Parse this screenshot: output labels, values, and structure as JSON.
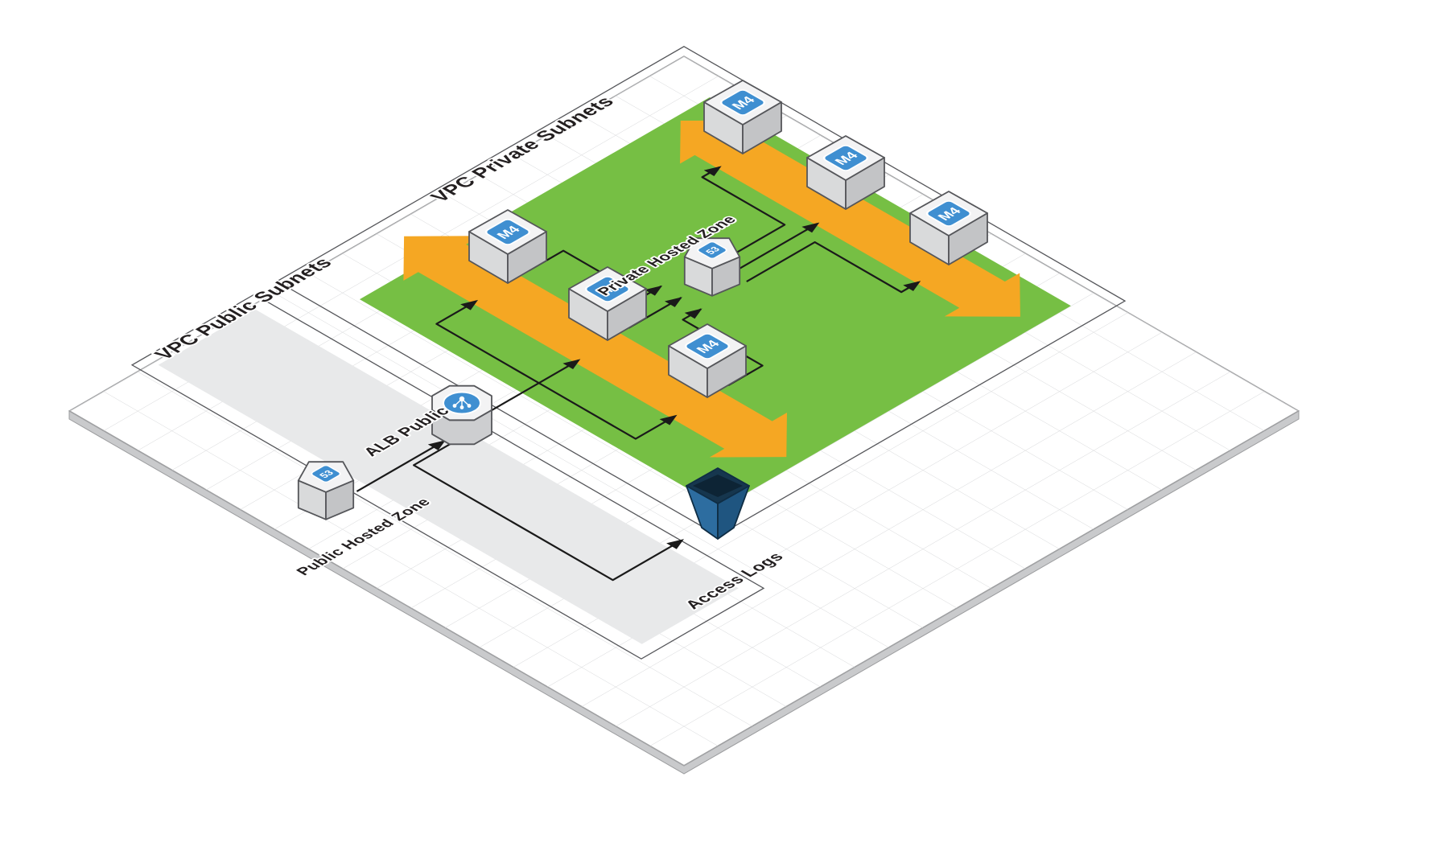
{
  "diagram": {
    "type": "isometric-aws-architecture",
    "labels": {
      "vpc_private_subnets": "VPC Private Subnets",
      "vpc_public_subnets": "VPC Public Subnets",
      "alb_public": "ALB Public",
      "public_hosted_zone": "Public Hosted Zone",
      "private_hosted_zone": "Private Hosted Zone",
      "access_logs": "Access Logs"
    },
    "badges": {
      "ec2_instance": "M4",
      "route53": "53"
    },
    "counts": {
      "ec2_instances": 6,
      "route53_zones": 2
    },
    "colors": {
      "green_subnet": "#76bf44",
      "orange_flow": "#f5a723",
      "public_band_gray": "#e8e9ea",
      "badge_blue": "#3f8fd1",
      "bucket_blue": "#2d6da0",
      "bucket_blue_dark": "#1f5580",
      "bucket_opening": "#16364e",
      "grid_line": "#d6d7d9",
      "connector_black": "#1a1a1a"
    }
  }
}
